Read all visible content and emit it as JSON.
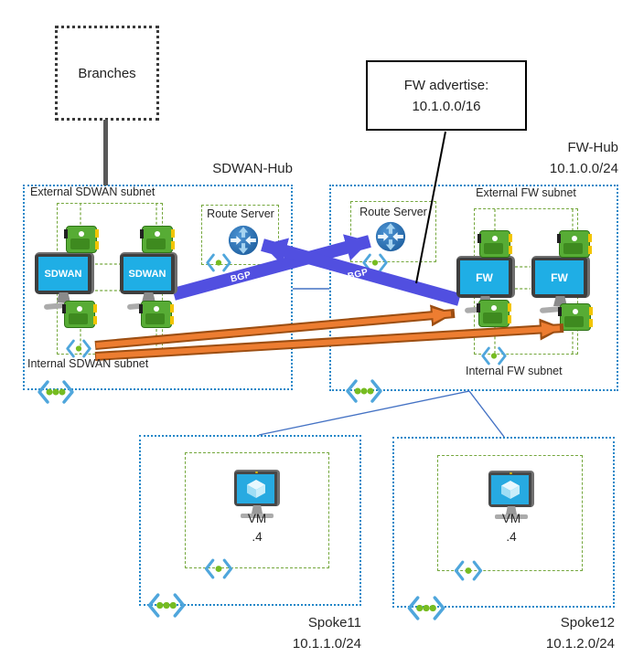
{
  "branches": {
    "label": "Branches"
  },
  "advertise": {
    "line1": "FW advertise:",
    "line2": "10.1.0.0/16"
  },
  "sdwan_hub": {
    "title": "SDWAN-Hub",
    "external_subnet": "External SDWAN subnet",
    "internal_subnet": "Internal SDWAN subnet",
    "route_server": "Route Server",
    "nva_left": "SDWAN",
    "nva_right": "SDWAN",
    "bgp": "BGP"
  },
  "fw_hub": {
    "title": "FW-Hub",
    "cidr": "10.1.0.0/24",
    "external_subnet": "External FW subnet",
    "internal_subnet": "Internal FW subnet",
    "route_server": "Route Server",
    "nva_left": "FW",
    "nva_right": "FW",
    "bgp": "BGP"
  },
  "spokes": [
    {
      "title": "Spoke11",
      "cidr": "10.1.1.0/24",
      "vm_label": "VM",
      "vm_ip": ".4"
    },
    {
      "title": "Spoke12",
      "cidr": "10.1.2.0/24",
      "vm_label": "VM",
      "vm_ip": ".4"
    }
  ],
  "colors": {
    "vnet_border_blue": "#2187C8",
    "subnet_border_green": "#74A73C",
    "bgp_arrow_blue": "#514FE0",
    "traffic_arrow_orange": "#ED7D31",
    "traffic_arrow_outline": "#9C4E12",
    "peering_line_blue": "#4472C4",
    "screen_cyan": "#1FAEE5",
    "bracket_blue": "#4FA6DC",
    "dot_green": "#76BC21"
  }
}
